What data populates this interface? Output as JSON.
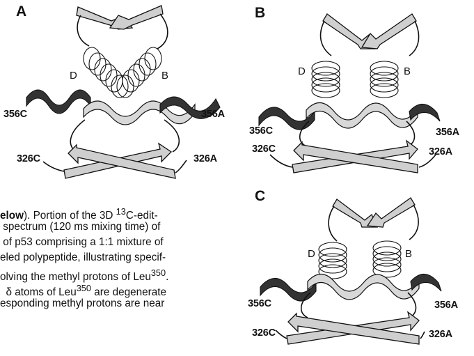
{
  "panels": {
    "a": {
      "letter": "A",
      "helix_left": "D",
      "helix_right": "B",
      "res_356_left": "356C",
      "res_356_right": "356A",
      "res_326_left": "326C",
      "res_326_right": "326A"
    },
    "b": {
      "letter": "B",
      "helix_left": "D",
      "helix_right": "B",
      "res_356_left": "356C",
      "res_356_right": "356A",
      "res_326_left": "326C",
      "res_326_right": "326A"
    },
    "c": {
      "letter": "C",
      "helix_left": "D",
      "helix_right": "B",
      "res_356_left": "356C",
      "res_356_right": "356A",
      "res_326_left": "326C",
      "res_326_right": "326A"
    }
  },
  "caption": {
    "line1_bold": "elow",
    "line1": "). Portion of the 3D ",
    "line1_sup": "13",
    "line1_tail": "C-edit-",
    "line2": "spectrum (120 ms mixing time) of",
    "line3": "of p53 comprising a 1:1 mixture of",
    "line4": "eled polypeptide, illustrating specif-",
    "line5": "olving the methyl protons of Leu",
    "line5_sup": "350",
    "line5_tail": ".",
    "line6_a": "δ atoms of Leu",
    "line6_sup": "350",
    "line6_b": " are degenerate",
    "line7": "esponding methyl protons are near"
  }
}
